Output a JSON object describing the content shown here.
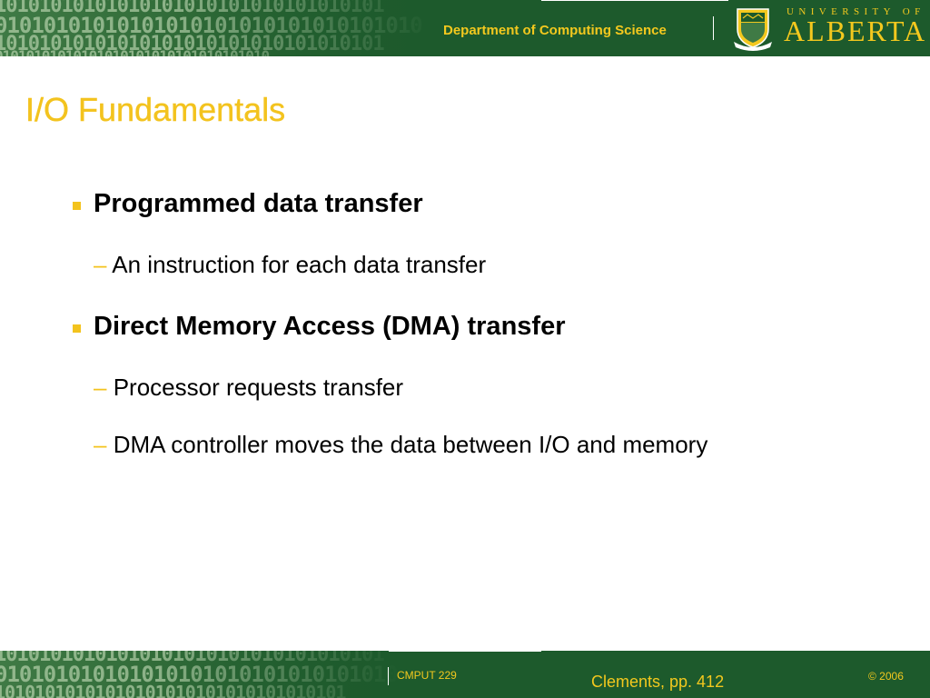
{
  "header": {
    "department": "Department of Computing Science",
    "university_line1": "UNIVERSITY OF",
    "university_line2": "ALBERTA",
    "binary_lines": [
      "10101010101010101010101010101010101",
      "01010101010101010101010101010101010",
      "10101010101010101010101010101010101",
      "01010101010101010101010101010101010"
    ]
  },
  "slide": {
    "title": "I/O Fundamentals",
    "bullets": [
      {
        "text": "Programmed data transfer",
        "subs": [
          "An instruction for each data transfer"
        ]
      },
      {
        "text": "Direct Memory Access (DMA) transfer",
        "subs": [
          "Processor requests transfer",
          "DMA controller moves the data between I/O and memory"
        ]
      }
    ],
    "dash_symbol": "–"
  },
  "footer": {
    "course": "CMPUT 229",
    "reference": "Clements, pp. 412",
    "copyright": "© 2006"
  },
  "colors": {
    "brand_green": "#1d5a2c",
    "accent_gold": "#f3c31e",
    "text": "#000000"
  },
  "icons": {
    "crest": "university-crest-icon",
    "bullet": "square-bullet-icon"
  }
}
